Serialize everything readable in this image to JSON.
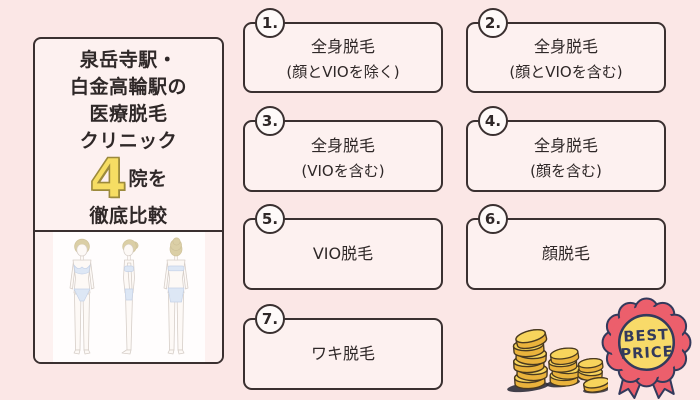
{
  "left_panel": {
    "title_lines": [
      "泉岳寺駅・",
      "白金高輪駅の",
      "医療脱毛",
      "クリニック"
    ],
    "count_number": "4",
    "count_suffix": "院を",
    "bottom_line": "徹底比較",
    "body_figure_views": [
      "front",
      "side",
      "back"
    ]
  },
  "boxes": [
    {
      "number": "1.",
      "line1": "全身脱毛",
      "line2": "(顔とVIOを除く)"
    },
    {
      "number": "2.",
      "line1": "全身脱毛",
      "line2": "(顔とVIOを含む)"
    },
    {
      "number": "3.",
      "line1": "全身脱毛",
      "line2": "(VIOを含む)"
    },
    {
      "number": "4.",
      "line1": "全身脱毛",
      "line2": "(顔を含む)"
    },
    {
      "number": "5.",
      "line1": "VIO脱毛",
      "line2": ""
    },
    {
      "number": "6.",
      "line1": "顔脱毛",
      "line2": ""
    },
    {
      "number": "7.",
      "line1": "ワキ脱毛",
      "line2": ""
    }
  ],
  "badge": {
    "line1": "BEST",
    "line2": "PRICE"
  },
  "decorations": {
    "coins": "gold-coin-stacks",
    "badge": "best-price-rosette"
  },
  "colors": {
    "bg": "#fbe7e6",
    "panel_fill": "#fdf1f0",
    "line_dark": "#3a3030",
    "text_dark": "#2f2828",
    "circle_fill": "#fefaf9",
    "accent_yellow": "#f6dd63",
    "accent_yellow_edge": "#9c8a3c",
    "badge_red": "#ec5f6c",
    "badge_navy": "#333a5c",
    "badge_yellow": "#f8da69",
    "coin_gold": "#eab33c",
    "coin_face": "#f7d45c",
    "coin_outline": "#4a3a20",
    "underwear_blue": "#dde7f5",
    "hair_tan": "#dbcfa6",
    "shadow_navy": "#2d2d3a"
  }
}
